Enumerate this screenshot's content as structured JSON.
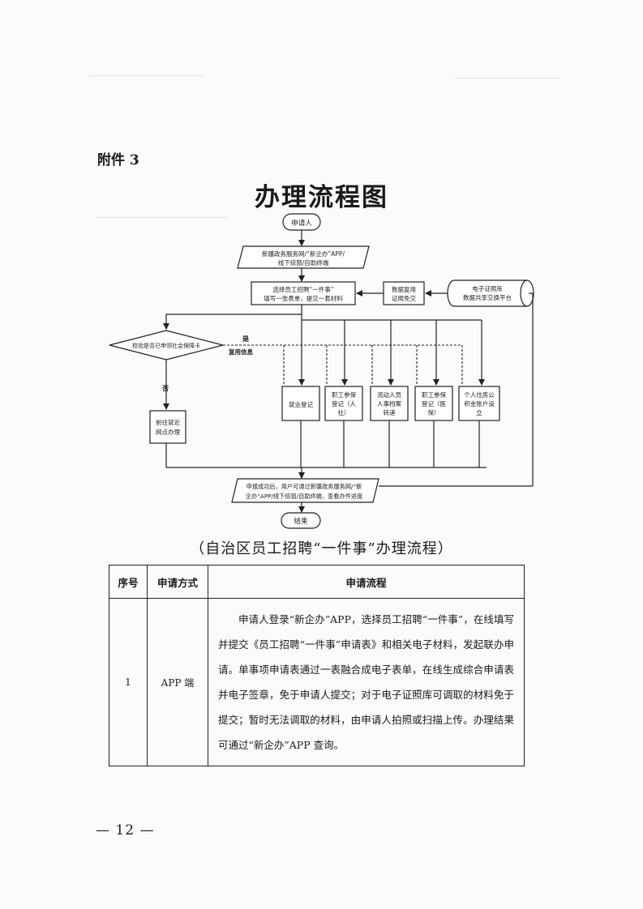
{
  "attachment_label": "附件 3",
  "title": "办理流程图",
  "flowchart": {
    "start": "申请人",
    "channels": [
      "新疆政务服务网/“新企办”APP/",
      "线下综窗/自助终端"
    ],
    "select": [
      "选择员工招聘“一件事”",
      "填写一张表单，提交一套材料"
    ],
    "data_reuse": [
      "数据复用",
      "证照免交"
    ],
    "cert_db": [
      "电子证照库",
      "数据共享交换平台"
    ],
    "decision": "校验是否已申领社会保障卡",
    "yes": "是",
    "no": "否",
    "reuse_info": "复用信息",
    "offline": [
      "前往就近",
      "网点办理"
    ],
    "services": [
      [
        "就业登记"
      ],
      [
        "职工参保",
        "登记（人",
        "社）"
      ],
      [
        "流动人员",
        "人事档案",
        "转递"
      ],
      [
        "职工参保",
        "登记（医",
        "保）"
      ],
      [
        "个人住房公",
        "积金账户设",
        "立"
      ]
    ],
    "result": [
      "申报成功后，用户可通过新疆政务服务网/“新",
      "企办”APP/线下综窗/自助终端，查看办件进度"
    ],
    "end": "结束"
  },
  "caption": "（自治区员工招聘“一件事”办理流程）",
  "table": {
    "headers": [
      "序号",
      "申请方式",
      "申请流程"
    ],
    "rows": [
      {
        "no": "1",
        "method": "APP 端",
        "process": "申请人登录“新企办”APP，选择员工招聘“一件事”，在线填写并提交《员工招聘“一件事”申请表》和相关电子材料，发起联办申请。单事项申请表通过一表融合成电子表单，在线生成综合申请表并电子签章，免于申请人提交；对于电子证照库可调取的材料免于提交；暂时无法调取的材料，由申请人拍照或扫描上传。办理结果可通过“新企办”APP 查询。"
      }
    ]
  },
  "page_number": "— 12 —"
}
